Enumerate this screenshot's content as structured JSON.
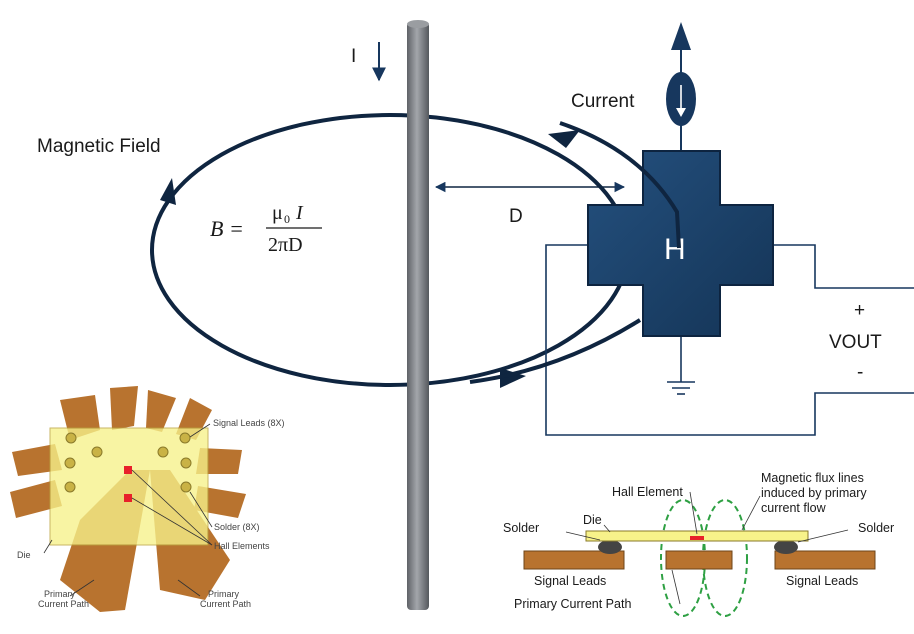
{
  "main": {
    "current_arrow_label": "I",
    "magnetic_field_label": "Magnetic Field",
    "formula": {
      "lhs": "B =",
      "numerator_mu": "μ",
      "numerator_sub": "0",
      "numerator_var": "I",
      "denominator": "2πD"
    },
    "distance_label": "D",
    "current_source_label": "Current",
    "hall_symbol": "H",
    "vout_plus": "+",
    "vout_label": "VOUT",
    "vout_minus": "-"
  },
  "package_inset": {
    "signal_leads": "Signal Leads (8X)",
    "solder": "Solder (8X)",
    "hall_elements": "Hall Elements",
    "die": "Die",
    "primary_line1": "Primary",
    "primary_line2": "Current Path"
  },
  "cross_section": {
    "hall_element": "Hall Element",
    "flux_line1": "Magnetic flux lines",
    "flux_line2": "induced by primary",
    "flux_line3": "current flow",
    "die": "Die",
    "solder_left": "Solder",
    "solder_right": "Solder",
    "signal_leads_left": "Signal Leads",
    "signal_leads_right": "Signal Leads",
    "primary_current_path": "Primary Current Path"
  },
  "colors": {
    "navy": "#17375e",
    "conductor": "#7f8287",
    "copper": "#b8732f",
    "die_yellow": "#f7f28a",
    "flux_green": "#2ea043",
    "hall_red": "#e8202a"
  }
}
